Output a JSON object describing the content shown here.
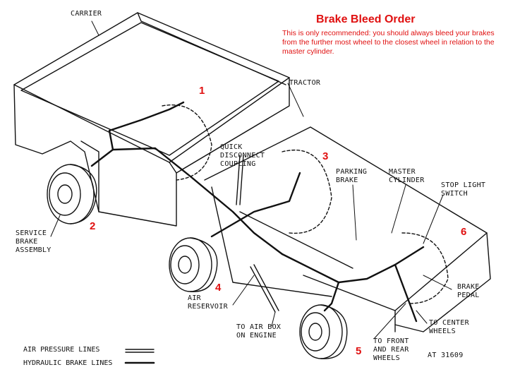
{
  "header": {
    "title": "Brake Bleed Order",
    "note": "This is only recommended: you should always bleed your brakes from the further most wheel to the closest wheel in relation to the master cylinder."
  },
  "labels": {
    "carrier": "CARRIER",
    "tractor": "TRACTOR",
    "quick_disconnect": "QUICK\nDISCONNECT\nCOUPLING",
    "parking_brake": "PARKING\nBRAKE",
    "master_cylinder": "MASTER\nCYLINDER",
    "stop_light_switch": "STOP LIGHT\nSWITCH",
    "service_brake": "SERVICE\nBRAKE\nASSEMBLY",
    "air_reservoir": "AIR\nRESERVOIR",
    "brake_pedal": "BRAKE\nPEDAL",
    "to_center_wheels": "TO CENTER\nWHEELS",
    "to_air_box": "TO AIR BOX\nON ENGINE",
    "to_front_rear": "TO FRONT\nAND REAR\nWHEELS",
    "figure_code": "AT 31609"
  },
  "bleed_order": [
    "1",
    "2",
    "3",
    "4",
    "5",
    "6"
  ],
  "legend": {
    "air": "AIR PRESSURE LINES",
    "hydraulic": "HYDRAULIC BRAKE LINES"
  },
  "colors": {
    "accent": "#e01010",
    "ink": "#111111"
  }
}
